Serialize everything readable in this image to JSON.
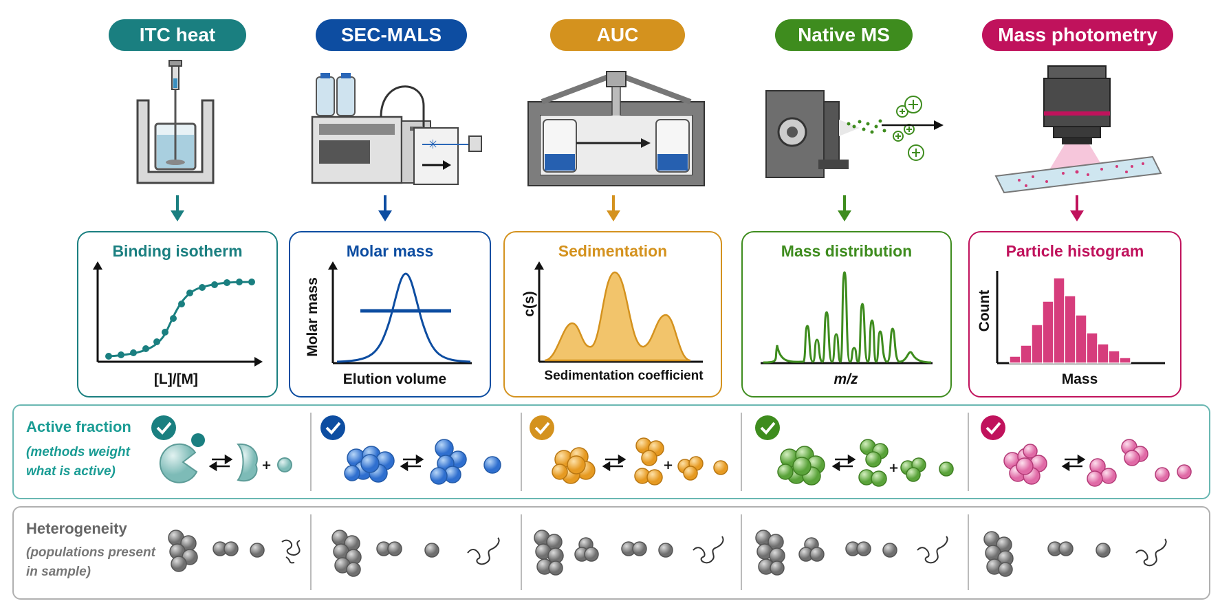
{
  "methods": [
    {
      "key": "itc",
      "label": "ITC heat",
      "color": "#1a7f80",
      "panel_title": "Binding isotherm",
      "x_label": "[L]/[M]",
      "y_label": ""
    },
    {
      "key": "sec",
      "label": "SEC-MALS",
      "color": "#0d4da1",
      "panel_title": "Molar mass",
      "x_label": "Elution volume",
      "y_label": "Molar mass"
    },
    {
      "key": "auc",
      "label": "AUC",
      "color": "#d4921e",
      "panel_title": "Sedimentation",
      "x_label": "Sedimentation coefficient",
      "y_label": "c(s)"
    },
    {
      "key": "ms",
      "label": "Native MS",
      "color": "#3e8c1e",
      "panel_title": "Mass distribution",
      "x_label": "m/z",
      "y_label": ""
    },
    {
      "key": "mp",
      "label": "Mass photometry",
      "color": "#c0125c",
      "panel_title": "Particle histogram",
      "x_label": "Mass",
      "y_label": "Count"
    }
  ],
  "bands": {
    "active": {
      "title": "Active fraction",
      "subtitle_line1": "(methods weight",
      "subtitle_line2": "what is active)",
      "color": "#1a9c94"
    },
    "heterogeneity": {
      "title": "Heterogeneity",
      "subtitle_line1": "(populations present",
      "subtitle_line2": "in sample)",
      "color": "#666666"
    }
  },
  "icons": {
    "check": "check-icon",
    "plus": "plus-sign-icon",
    "equilibrium": "equilibrium-arrows-icon"
  }
}
